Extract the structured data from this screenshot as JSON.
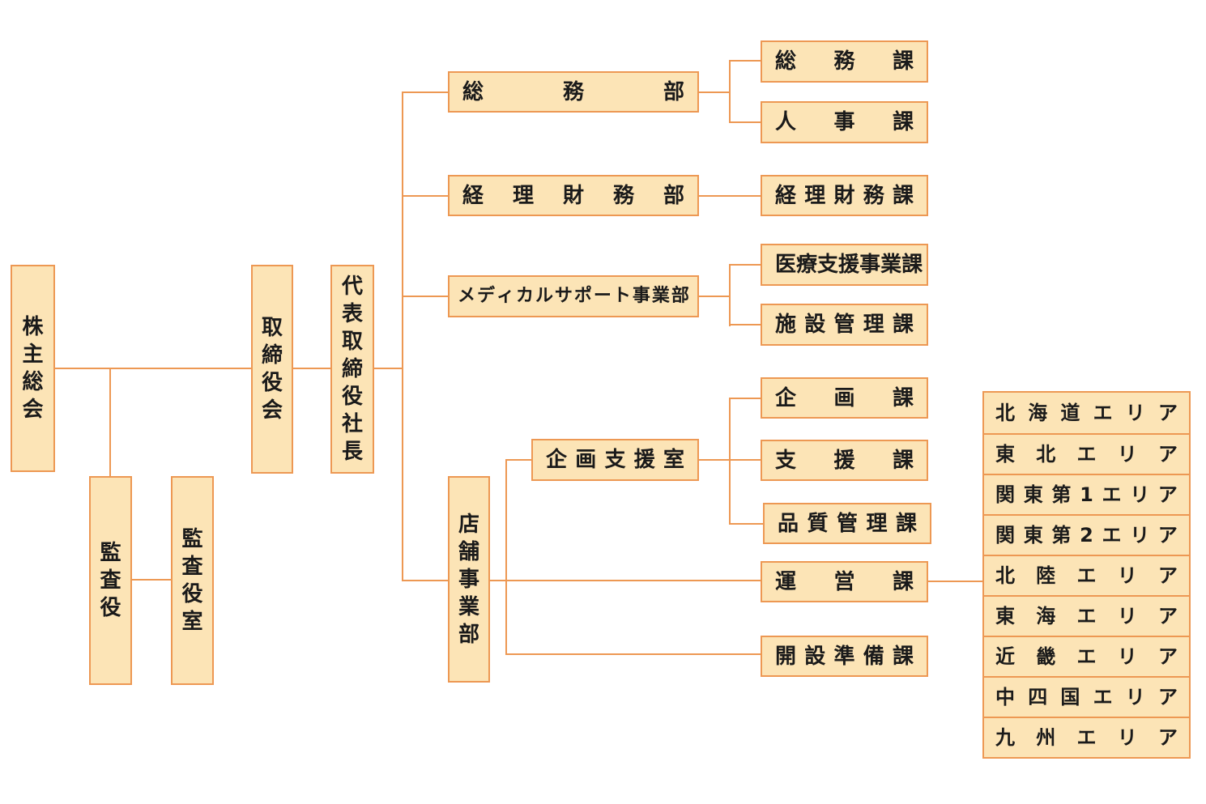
{
  "diagram": {
    "type": "organization-chart",
    "colors": {
      "box_fill": "#FCE4B6",
      "box_border": "#ED9853",
      "line": "#ED9853",
      "text": "#1A1A1A",
      "bg": "#FFFFFF"
    },
    "nodes": {
      "shareholders_meeting": "株主総会",
      "board_of_directors": "取締役会",
      "president": "代表取締役社長",
      "auditor": "監査役",
      "auditor_office": "監査役室",
      "general_affairs_dept": "総務部",
      "general_affairs_section": "総務課",
      "personnel_section": "人事課",
      "accounting_finance_dept": "経理財務部",
      "accounting_finance_section": "経理財務課",
      "medical_support_division": "メディカルサポート事業部",
      "medical_support_business_section": "医療支援事業課",
      "facility_management_section": "施設管理課",
      "store_business_division": "店舗事業部",
      "planning_support_office": "企画支援室",
      "planning_section": "企画課",
      "support_section": "支援課",
      "quality_control_section": "品質管理課",
      "operations_section": "運営課",
      "opening_preparation_section": "開設準備課"
    },
    "areas": [
      "北海道エリア",
      "東北エリア",
      "関東第1エリア",
      "関東第2エリア",
      "北陸エリア",
      "東海エリア",
      "近畿エリア",
      "中四国エリア",
      "九州エリア"
    ]
  }
}
